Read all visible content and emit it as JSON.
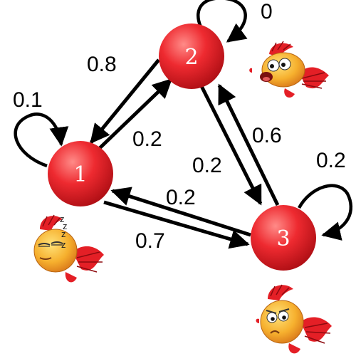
{
  "colors": {
    "node_fill": "#e8242b",
    "node_highlight": "#ff7a78",
    "node_shadow": "#9c0a10",
    "arrow": "#000000",
    "fish_body": "#f2a52a",
    "fish_fin": "#e41f26"
  },
  "states": [
    {
      "id": "1",
      "label": "1",
      "fish": "sleeping-fish-icon",
      "sleep_letters": "z z z z"
    },
    {
      "id": "2",
      "label": "2",
      "fish": "surprised-fish-icon"
    },
    {
      "id": "3",
      "label": "3",
      "fish": "grumpy-fish-icon"
    }
  ],
  "transitions": [
    {
      "from": "1",
      "to": "1",
      "p": "0.1"
    },
    {
      "from": "2",
      "to": "1",
      "p": "0.8"
    },
    {
      "from": "1",
      "to": "2",
      "p": "0.2"
    },
    {
      "from": "2",
      "to": "2",
      "p": "0"
    },
    {
      "from": "3",
      "to": "2",
      "p": "0.6"
    },
    {
      "from": "2",
      "to": "3",
      "p": "0.2"
    },
    {
      "from": "3",
      "to": "3",
      "p": "0.2"
    },
    {
      "from": "3",
      "to": "1",
      "p": "0.2"
    },
    {
      "from": "1",
      "to": "3",
      "p": "0.7"
    }
  ]
}
